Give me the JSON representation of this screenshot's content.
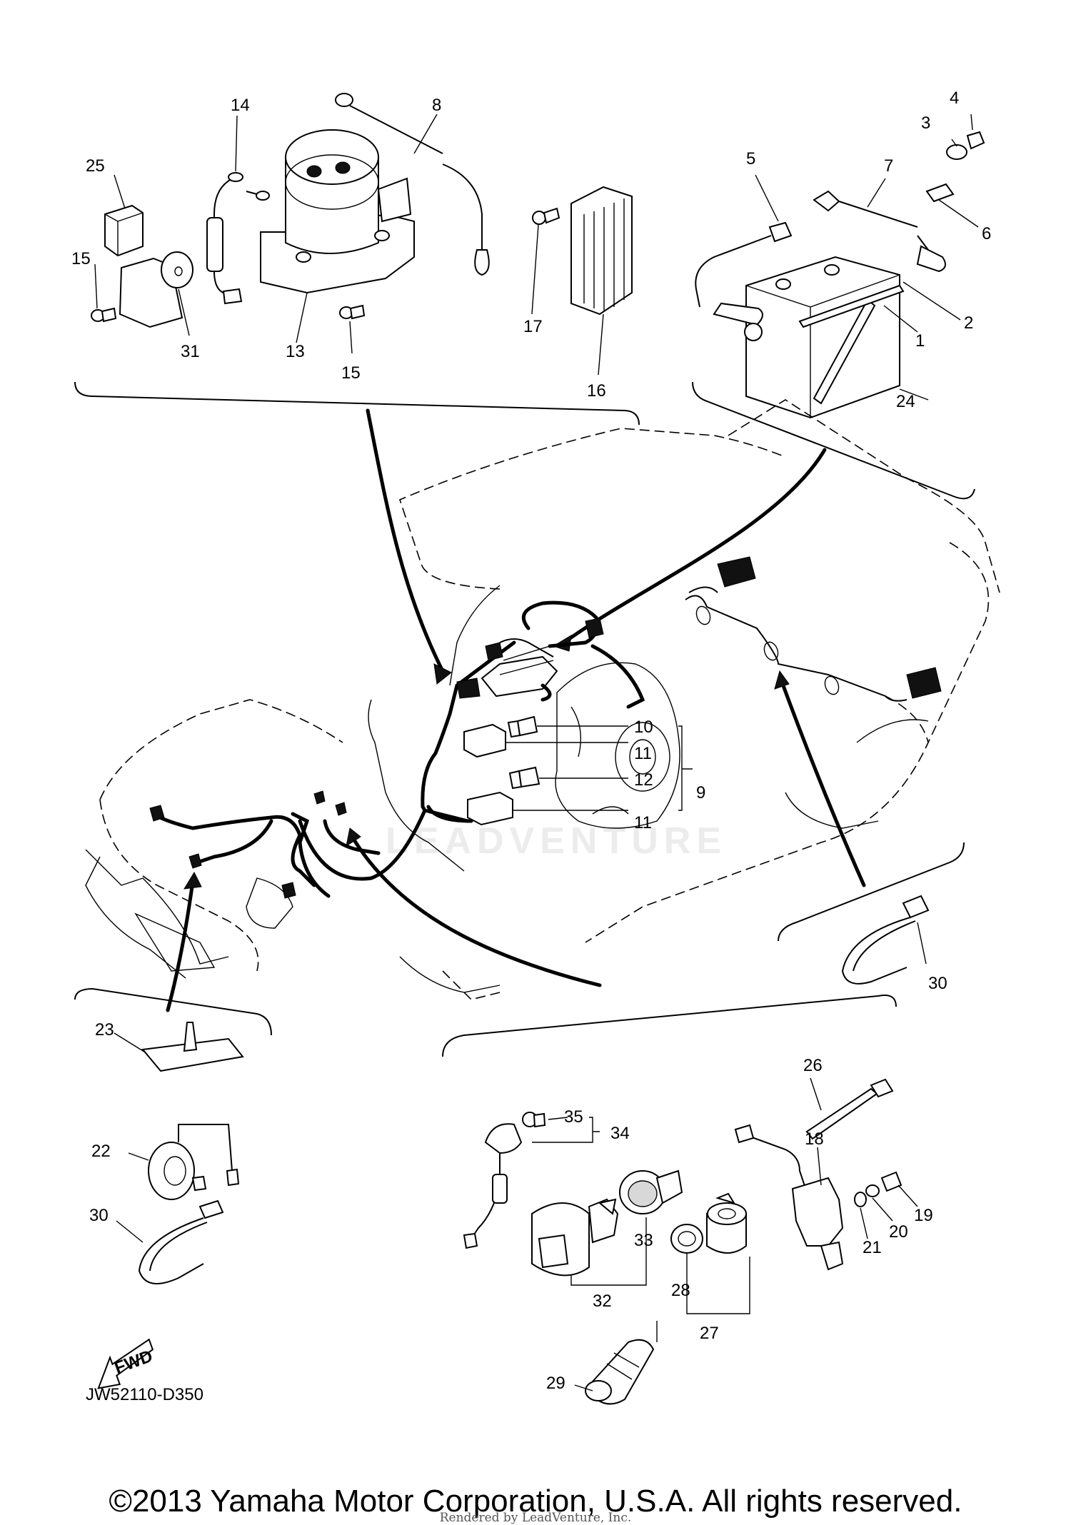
{
  "diagram": {
    "callouts": [
      {
        "id": "c1",
        "label": "1"
      },
      {
        "id": "c2",
        "label": "2"
      },
      {
        "id": "c3",
        "label": "3"
      },
      {
        "id": "c4",
        "label": "4"
      },
      {
        "id": "c5",
        "label": "5"
      },
      {
        "id": "c6",
        "label": "6"
      },
      {
        "id": "c7",
        "label": "7"
      },
      {
        "id": "c8",
        "label": "8"
      },
      {
        "id": "c9",
        "label": "9"
      },
      {
        "id": "c10",
        "label": "10"
      },
      {
        "id": "c11a",
        "label": "11"
      },
      {
        "id": "c11b",
        "label": "11"
      },
      {
        "id": "c12",
        "label": "12"
      },
      {
        "id": "c13",
        "label": "13"
      },
      {
        "id": "c14",
        "label": "14"
      },
      {
        "id": "c15a",
        "label": "15"
      },
      {
        "id": "c15b",
        "label": "15"
      },
      {
        "id": "c16",
        "label": "16"
      },
      {
        "id": "c17",
        "label": "17"
      },
      {
        "id": "c18",
        "label": "18"
      },
      {
        "id": "c19",
        "label": "19"
      },
      {
        "id": "c20",
        "label": "20"
      },
      {
        "id": "c21",
        "label": "21"
      },
      {
        "id": "c22",
        "label": "22"
      },
      {
        "id": "c23",
        "label": "23"
      },
      {
        "id": "c24",
        "label": "24"
      },
      {
        "id": "c25",
        "label": "25"
      },
      {
        "id": "c26",
        "label": "26"
      },
      {
        "id": "c27",
        "label": "27"
      },
      {
        "id": "c28",
        "label": "28"
      },
      {
        "id": "c29",
        "label": "29"
      },
      {
        "id": "c30a",
        "label": "30"
      },
      {
        "id": "c30b",
        "label": "30"
      },
      {
        "id": "c31",
        "label": "31"
      },
      {
        "id": "c32",
        "label": "32"
      },
      {
        "id": "c33",
        "label": "33"
      },
      {
        "id": "c34",
        "label": "34"
      },
      {
        "id": "c35",
        "label": "35"
      }
    ],
    "fwd_label": "FWD",
    "code": "JW52110-D350",
    "watermark": "LEADVENTURE"
  },
  "footer": {
    "copyright": "©2013 Yamaha Motor Corporation, U.S.A. All rights reserved.",
    "rendered_by": "Rendered by LeadVenture, Inc."
  }
}
